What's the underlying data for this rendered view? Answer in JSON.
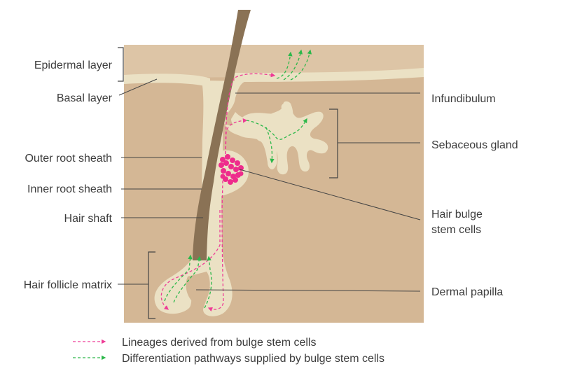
{
  "labels": {
    "epidermal_layer": "Epidermal layer",
    "basal_layer": "Basal layer",
    "outer_root_sheath": "Outer root sheath",
    "inner_root_sheath": "Inner root sheath",
    "hair_shaft": "Hair shaft",
    "hair_follicle_matrix": "Hair follicle matrix",
    "infundibulum": "Infundibulum",
    "sebaceous_gland": "Sebaceous gland",
    "hair_bulge_line1": "Hair bulge",
    "hair_bulge_line2": "stem cells",
    "dermal_papilla": "Dermal papilla"
  },
  "legend": {
    "lineages": "Lineages derived from bulge stem cells",
    "differentiation": "Differentiation pathways supplied by bulge stem cells"
  },
  "colors": {
    "dermis": "#d4b795",
    "epidermis": "#ddc5a6",
    "sheath": "#ebe1c4",
    "hair": "#8a7255",
    "lineage_arrow": "#ee3c96",
    "differentiation_arrow": "#2cb84a",
    "stem_cells": "#ee2c8c"
  }
}
